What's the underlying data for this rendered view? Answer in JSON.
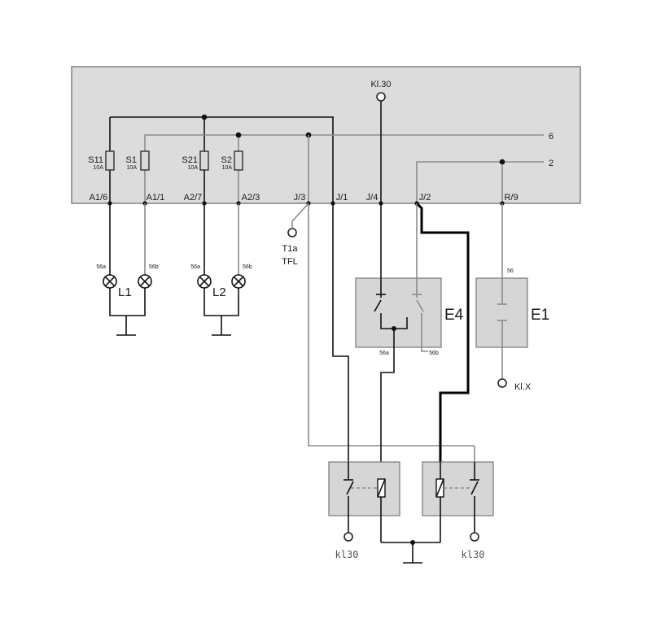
{
  "bus_labels": {
    "line6": "6",
    "line2": "2"
  },
  "supply_top": "Kl.30",
  "fuses": [
    {
      "name": "S11",
      "rating": "10A"
    },
    {
      "name": "S1",
      "rating": "10A"
    },
    {
      "name": "S21",
      "rating": "10A"
    },
    {
      "name": "S2",
      "rating": "10A"
    }
  ],
  "pins": [
    "A1/6",
    "A1/1",
    "A2/7",
    "A2/3",
    "J/3",
    "J/1",
    "J/4",
    "J/2",
    "R/9"
  ],
  "lamp_groups": [
    {
      "name": "L1",
      "left": "56a",
      "right": "56b"
    },
    {
      "name": "L2",
      "left": "56a",
      "right": "56b"
    }
  ],
  "tfl": {
    "line1": "T1a",
    "line2": "TFL"
  },
  "switch_e4": {
    "name": "E4",
    "out_left": "56a",
    "out_right": "56b"
  },
  "switch_e1": {
    "name": "E1",
    "in": "56",
    "terminal": "Kl.X"
  },
  "relay_supply": {
    "left": "kl30",
    "right": "kl30"
  },
  "colors": {
    "panel": "#dcdcdc",
    "box": "#d6d6d6",
    "wire_black": "#111111",
    "wire_grey": "#8c8c8c"
  }
}
